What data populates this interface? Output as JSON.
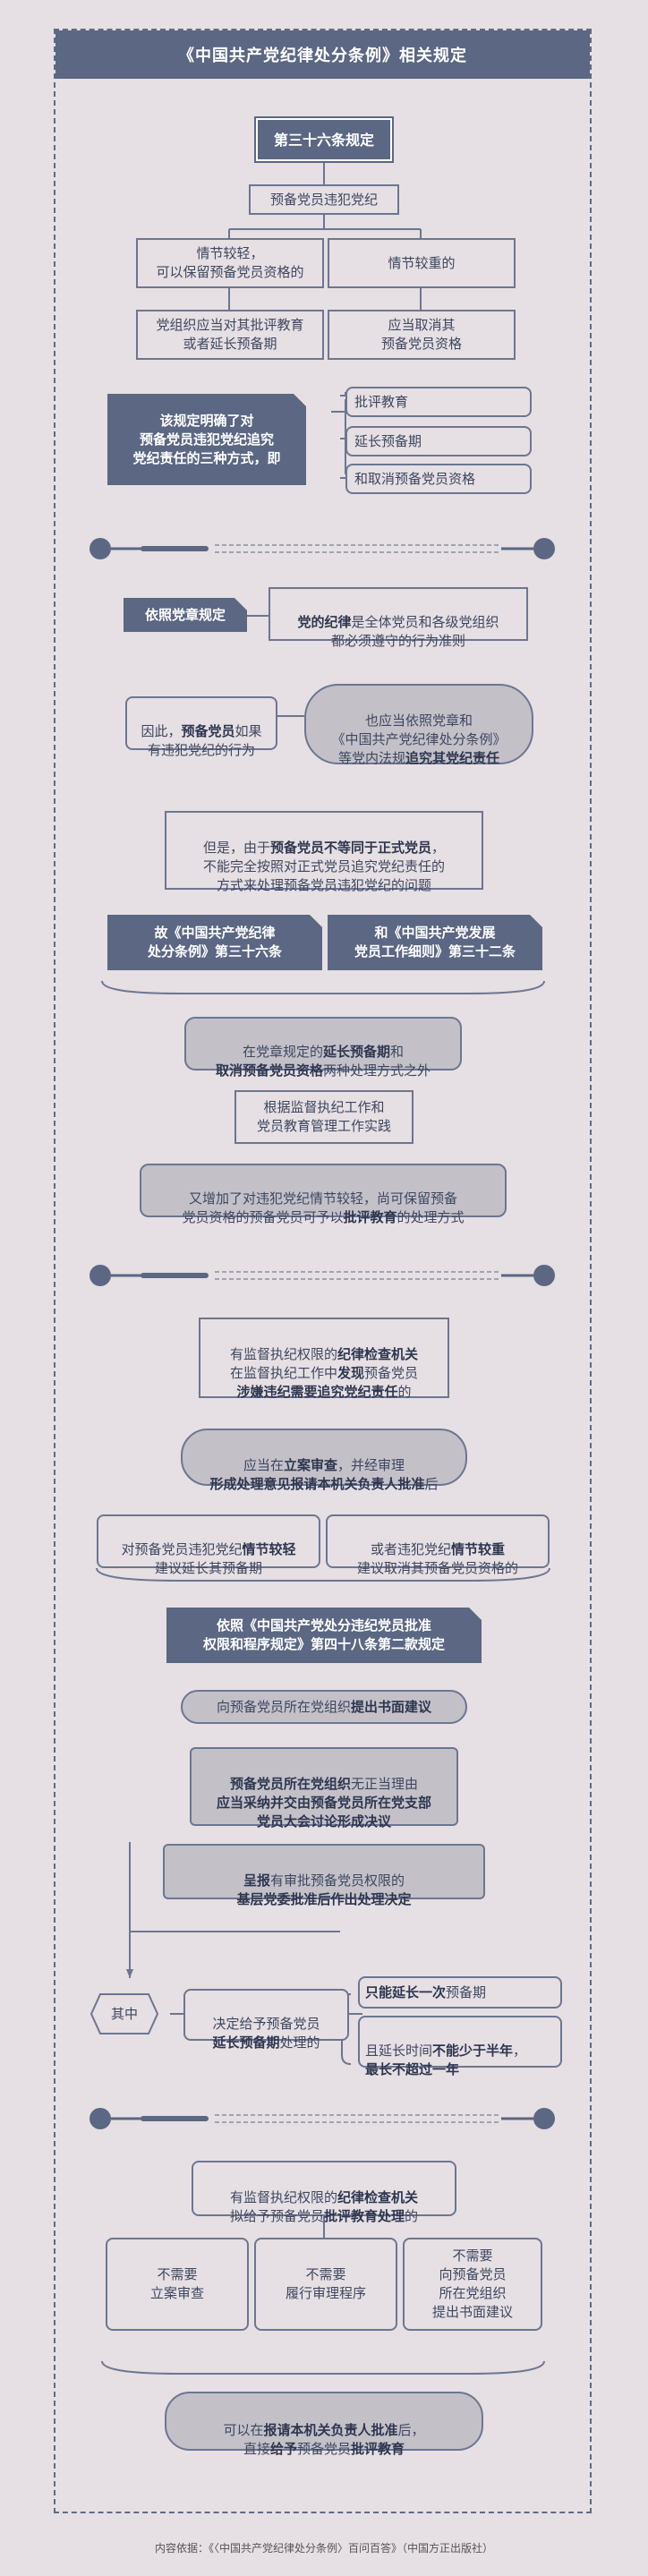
{
  "title": "《中国共产党纪律处分条例》相关规定",
  "s1": {
    "heading": "第三十六条规定",
    "root": "预备党员违犯党纪",
    "left_cond": "情节较轻，\n可以保留预备党员资格的",
    "right_cond": "情节较重的",
    "left_result": "党组织应当对其批评教育\n或者延长预备期",
    "right_result": "应当取消其\n预备党员资格",
    "summary": "该规定明确了对\n预备党员违犯党纪追究\n党纪责任的三种方式，即",
    "ways": [
      "批评教育",
      "延长预备期",
      "和取消预备党员资格"
    ]
  },
  "s2": {
    "basis_label": "依照党章规定",
    "basis_text_1": "党的纪律",
    "basis_text_2": "是全体党员和各级党组织\n都必须遵守的行为准则",
    "if_text_1": "因此，",
    "if_text_2": "预备党员",
    "if_text_3": "如果\n有违犯党纪的行为",
    "also_text_1": "也应当依照党章和\n《中国共产党纪律处分条例》\n等党内法规",
    "also_text_2": "追究其党纪责任",
    "but_text_1": "但是，由于",
    "but_text_2": "预备党员不等同于正式党员",
    "but_text_3": "，\n不能完全按照对正式党员追究党纪责任的\n方式来处理预备党员违犯党纪的问题",
    "source_left": "故《中国共产党纪律\n处分条例》第三十六条",
    "source_right": "和《中国共产党发展\n党员工作细则》第三十二条",
    "beyond_1": "在党章规定的",
    "beyond_2": "延长预备期",
    "beyond_3": "和\n",
    "beyond_4": "取消预备党员资格",
    "beyond_5": "两种处理方式之外",
    "practice": "根据监督执纪工作和\n党员教育管理工作实践",
    "added_1": "又增加了对违犯党纪情节较轻，尚可保留预备\n党员资格的预备党员可予以",
    "added_2": "批评教育",
    "added_3": "的处理方式"
  },
  "s3": {
    "found_1": "有监督执纪权限的",
    "found_2": "纪律检查机关",
    "found_3": "\n在监督执纪工作中",
    "found_4": "发现",
    "found_5": "预备党员\n",
    "found_6": "涉嫌违纪需要追究党纪责任",
    "found_7": "的",
    "case_1": "应当在",
    "case_2": "立案审查",
    "case_3": "，并经审理\n",
    "case_4": "形成处理意见报请本机关负责人批准",
    "case_5": "后",
    "light_1": "对预备党员违犯党纪",
    "light_2": "情节较轻",
    "light_3": "\n建议延长其预备期",
    "heavy_1": "或者违犯党纪",
    "heavy_2": "情节较重",
    "heavy_3": "\n建议取消其预备党员资格",
    "heavy_4": "的",
    "rule": "依照《中国共产党处分违纪党员批准\n权限和程序规定》第四十八条第二款规定",
    "proposal_1": "向预备党员所在党组织",
    "proposal_2": "提出书面建议",
    "org_1": "预备党员所在党组织",
    "org_2": "无正当理由\n",
    "org_3": "应当采纳并交由预备党员所在党支部\n党员大会讨论形成决议",
    "report_1": "呈报",
    "report_2": "有审批预备党员权限的\n",
    "report_3": "基层党委批准后作出处理决定",
    "among": "其中",
    "decision_1": "决定给予预备党员\n",
    "decision_2": "延长预备期",
    "decision_3": "处理的",
    "once_1": "只能延长一次",
    "once_2": "预备期",
    "period_1": "且延长时间",
    "period_2": "不能少于半年",
    "period_3": "，\n",
    "period_4": "最长不超过一年"
  },
  "s4": {
    "intent_1": "有监督执纪权限的",
    "intent_2": "纪律检查机关",
    "intent_3": "\n拟给予",
    "intent_4": "预备党员",
    "intent_5": "批评教育处理",
    "intent_6": "的",
    "no1": "不需要\n立案审查",
    "no2": "不需要\n履行审理程序",
    "no3": "不需要\n向预备党员\n所在党组织\n提出书面建议",
    "final_1": "可以在",
    "final_2": "报请本机关负责人批准",
    "final_3": "后，\n直接",
    "final_4": "给予",
    "final_5": "预备党员",
    "final_6": "批评教育"
  },
  "footer": "内容依据：《〈中国共产党纪律处分条例〉百问百答》（中国方正出版社）",
  "colors": {
    "navy": "#5b6783",
    "background": "#e6dfe3",
    "grey_fill": "#c3c0c8"
  }
}
